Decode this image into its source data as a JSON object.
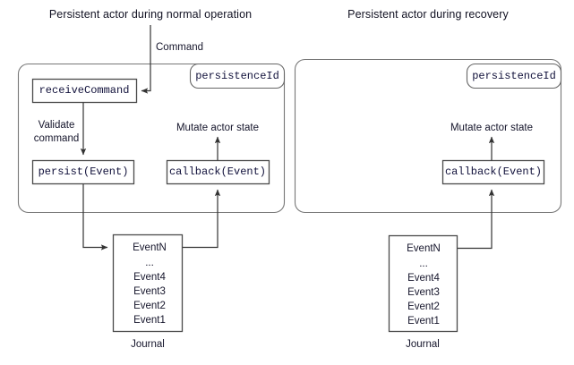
{
  "diagram": {
    "titles": {
      "left": "Persistent actor during normal operation",
      "right": "Persistent actor during recovery"
    },
    "left_panel": {
      "persistence_id_label": "persistenceId",
      "receive_command_label": "receiveCommand",
      "persist_label": "persist(Event)",
      "callback_label": "callback(Event)",
      "command_arrow_label": "Command",
      "validate_label_line1": "Validate",
      "validate_label_line2": "command",
      "mutate_label": "Mutate actor state"
    },
    "right_panel": {
      "persistence_id_label": "persistenceId",
      "callback_label": "callback(Event)",
      "mutate_label": "Mutate actor state"
    },
    "journal_left": {
      "caption": "Journal",
      "entries": [
        "EventN",
        "...",
        "Event4",
        "Event3",
        "Event2",
        "Event1"
      ]
    },
    "journal_right": {
      "caption": "Journal",
      "entries": [
        "EventN",
        "...",
        "Event4",
        "Event3",
        "Event2",
        "Event1"
      ]
    },
    "colors": {
      "stroke": "#555555",
      "box_stroke": "#4a4a4a",
      "text": "#15152b",
      "background": "#ffffff"
    }
  }
}
